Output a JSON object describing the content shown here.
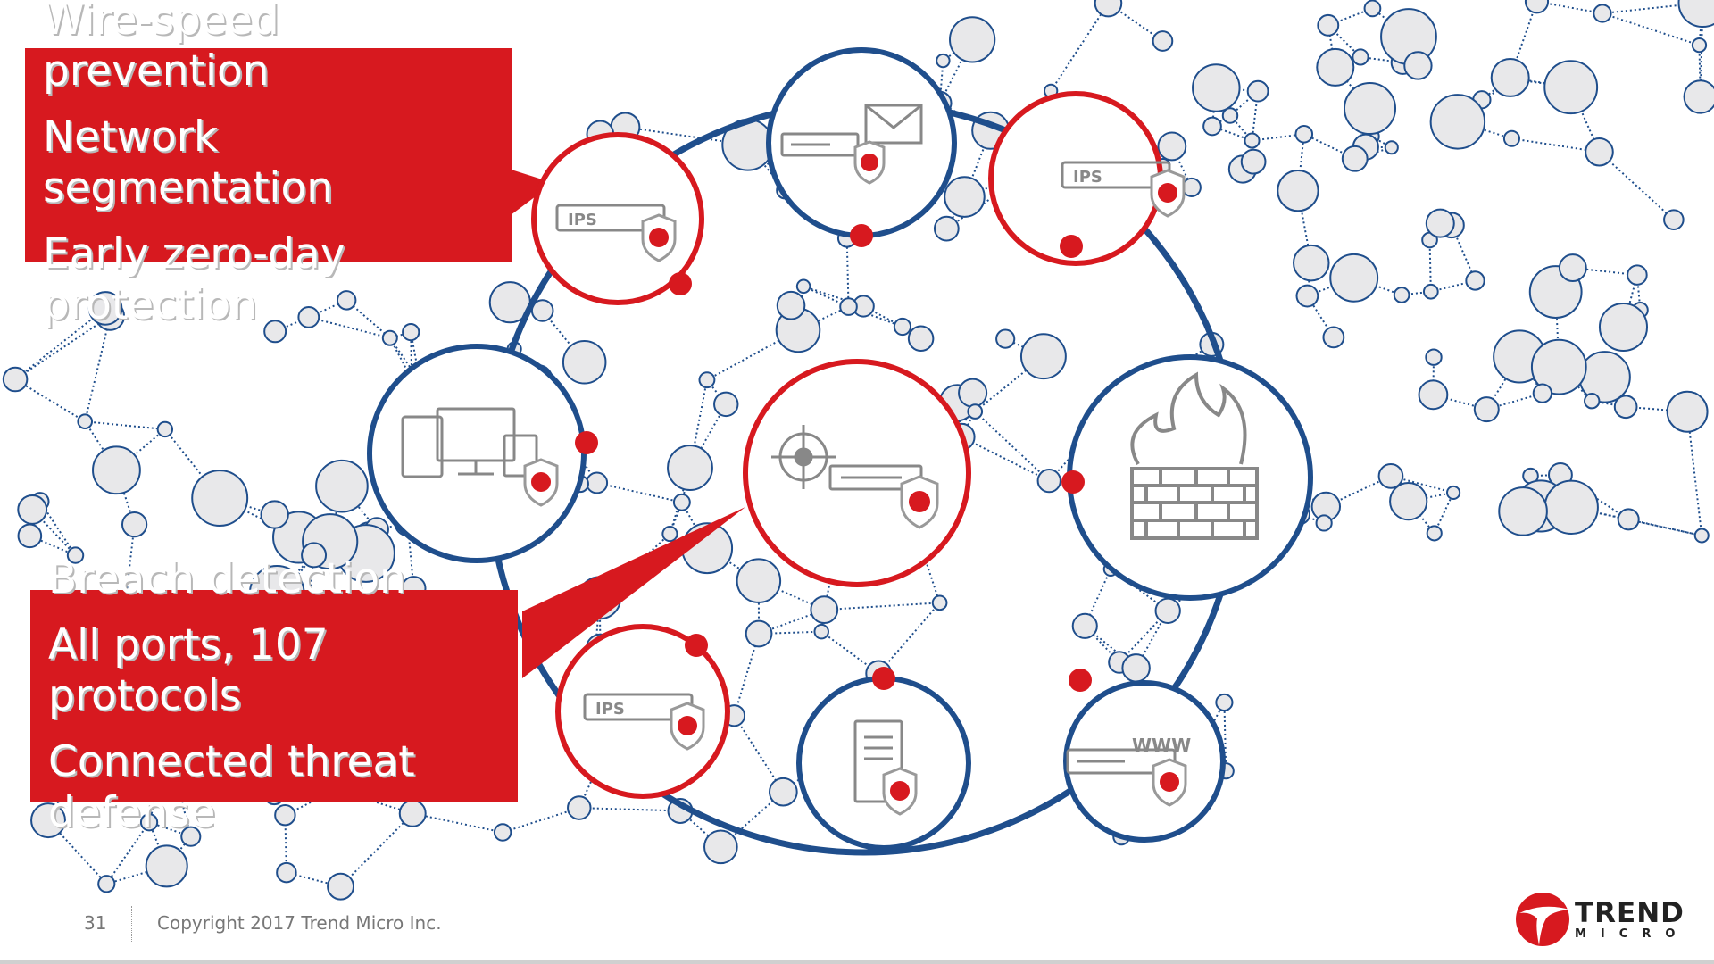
{
  "callouts": {
    "top": {
      "items": [
        "Wire-speed prevention",
        "Network segmentation",
        "Early zero-day protection"
      ],
      "lines": [
        "Wire-speed",
        "prevention",
        "Network",
        "segmentation",
        "Early zero-day",
        "protection"
      ]
    },
    "bottom": {
      "items": [
        "Breach detection",
        "All ports, 107 protocols",
        "Connected threat defense"
      ],
      "lines": [
        "Breach detection",
        "All ports, 107",
        "protocols",
        "Connected threat",
        "defense"
      ]
    }
  },
  "nodes": {
    "email": {
      "ring": "blue",
      "icon": "email-server-shield-icon"
    },
    "ips_top_left": {
      "ring": "red",
      "icon": "ips-appliance-shield-icon",
      "label": "IPS"
    },
    "ips_top_right": {
      "ring": "red",
      "icon": "ips-appliance-shield-icon",
      "label": "IPS"
    },
    "endpoints": {
      "ring": "blue",
      "icon": "devices-shield-icon"
    },
    "breach": {
      "ring": "red",
      "icon": "biohazard-target-shield-icon"
    },
    "firewall": {
      "ring": "blue",
      "icon": "firewall-icon"
    },
    "ips_bottom": {
      "ring": "red",
      "icon": "ips-appliance-shield-icon",
      "label": "IPS"
    },
    "server": {
      "ring": "blue",
      "icon": "server-tower-shield-icon"
    },
    "web": {
      "ring": "blue",
      "icon": "web-server-shield-icon",
      "label": "WWW"
    }
  },
  "footer": {
    "page_number": "31",
    "copyright": "Copyright 2017 Trend Micro Inc."
  },
  "logo": {
    "wordmark": "TREND",
    "subword": "MICRO",
    "icon": "trend-micro-logo-icon"
  },
  "colors": {
    "brand_red": "#d7191f",
    "ring_blue": "#1f4e8c",
    "node_gray": "#e8e8ea",
    "link_blue": "#1f4e8c"
  }
}
